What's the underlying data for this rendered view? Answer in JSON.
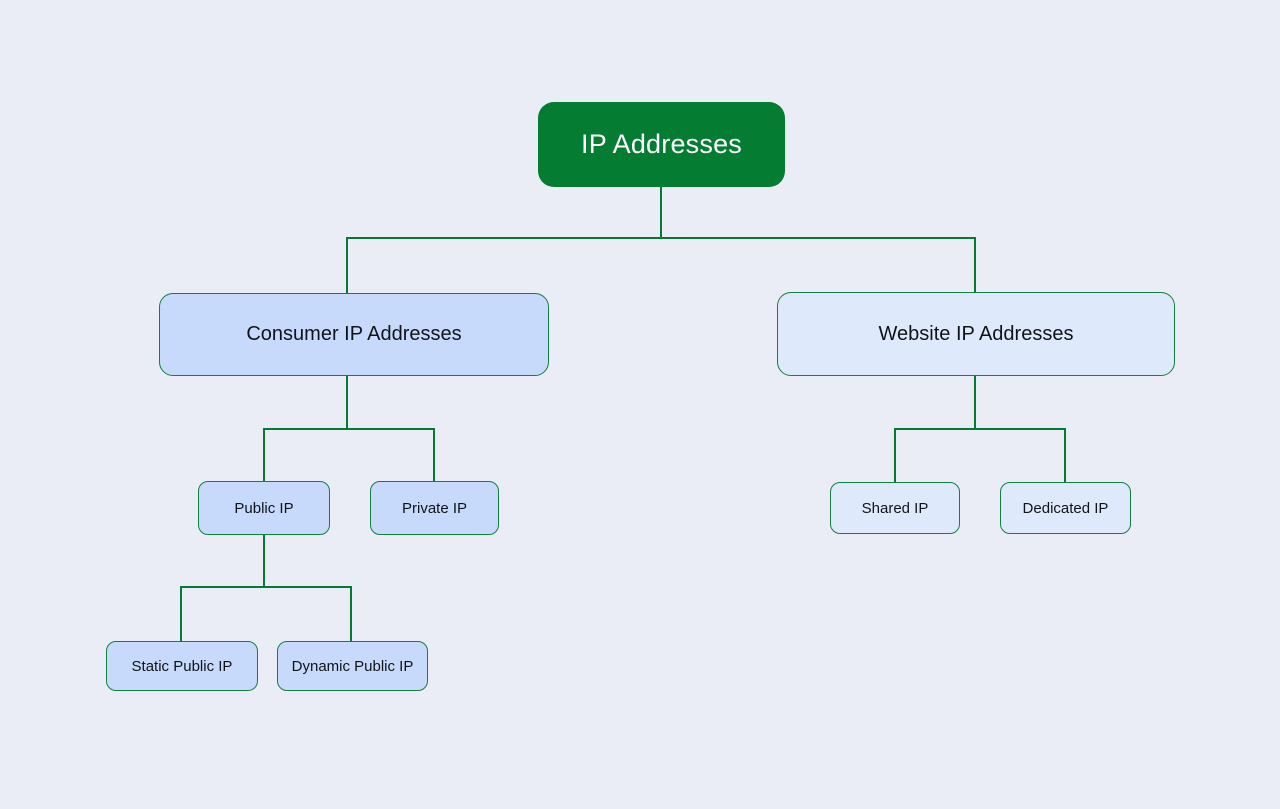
{
  "diagram": {
    "type": "tree",
    "title": "IP Addresses",
    "colors": {
      "background": "#EAEDF6",
      "root_fill": "#047D32",
      "root_text": "#FFFFFF",
      "node_border": "#128040",
      "connector": "#057A32",
      "fill_blue_primary": "#C7DAFB",
      "fill_blue_light": "#DEEAFC",
      "node_text": "#101418"
    },
    "nodes": {
      "root": {
        "label": "IP Addresses",
        "children": [
          "consumer",
          "website"
        ]
      },
      "consumer": {
        "label": "Consumer IP Addresses",
        "children": [
          "public",
          "private"
        ]
      },
      "website": {
        "label": "Website IP Addresses",
        "children": [
          "shared",
          "dedicated"
        ]
      },
      "public": {
        "label": "Public IP",
        "children": [
          "static_public",
          "dynamic_public"
        ]
      },
      "private": {
        "label": "Private IP",
        "children": []
      },
      "static_public": {
        "label": "Static Public IP",
        "children": []
      },
      "dynamic_public": {
        "label": "Dynamic Public IP",
        "children": []
      },
      "shared": {
        "label": "Shared IP",
        "children": []
      },
      "dedicated": {
        "label": "Dedicated IP",
        "children": []
      }
    }
  }
}
